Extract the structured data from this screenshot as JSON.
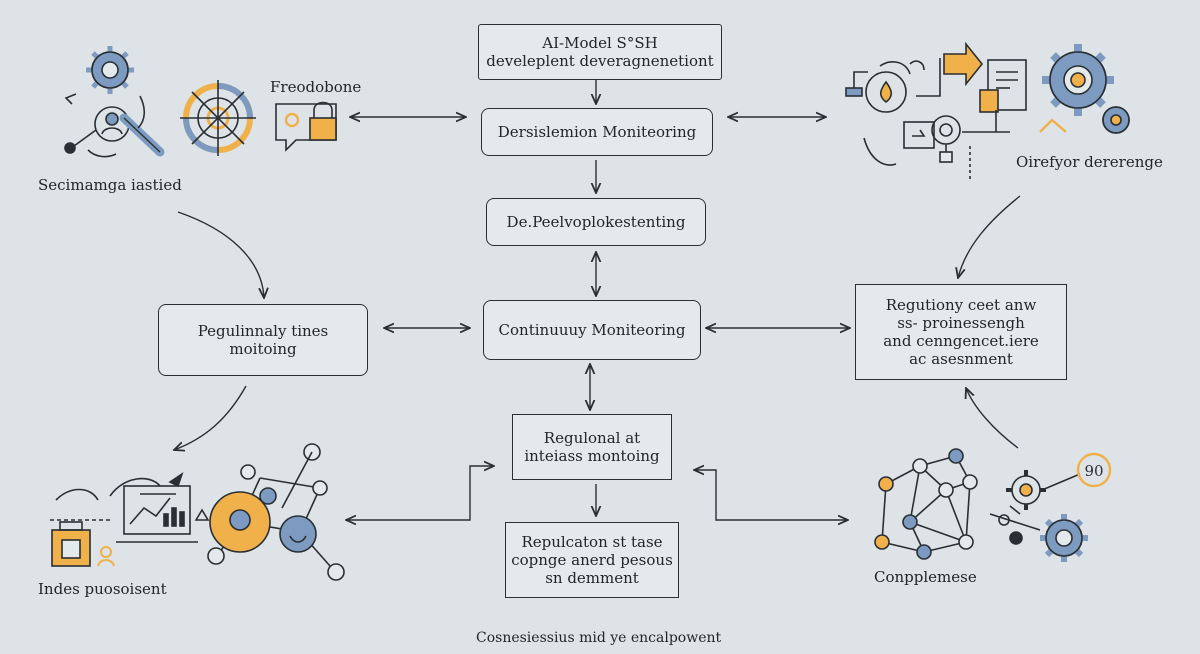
{
  "colors": {
    "background": "#dde3e7",
    "stroke": "#2a2f34",
    "accent_orange": "#f0b04a",
    "accent_blue": "#7d9bc0"
  },
  "nodes": {
    "top": {
      "line1": "AI-Model S°SH",
      "line2": "develeplent deveragnenetiont"
    },
    "monitoring1": {
      "text": "Dersislemion Moniteoring"
    },
    "monitoring2": {
      "text": "De.Peelvoplokestenting"
    },
    "continuous": {
      "text": "Continuuuy Moniteoring"
    },
    "left_box": {
      "line1": "Pegulinnaly tines",
      "line2": "moitoing"
    },
    "right_box": {
      "line1": "Regutiony ceet anw",
      "line2": "ss- proinessengh",
      "line3": "and cenngencet.iere",
      "line4": "ac asesnment"
    },
    "regional": {
      "line1": "Regulonal  at",
      "line2": "inteiass montoing"
    },
    "bottom": {
      "line1": "Repulcaton st tase",
      "line2": "copnge anerd pesous",
      "line3": "sn demment"
    }
  },
  "labels": {
    "top_left_caption": "Secimamga iastied",
    "top_left_icon_label": "Freodobone",
    "top_right_caption": "Oirefyor dererenge",
    "bottom_left_caption": "Indes puosoisent",
    "bottom_right_caption": "Conpplemese",
    "footer": "Cosnesiessius mid ye encalpowent"
  },
  "icons": {
    "top_left": [
      "gear-icon",
      "user-icon",
      "wrench-icon",
      "target-icon",
      "padlock-icon",
      "speech-bubble-icon"
    ],
    "top_right": [
      "gear-icon",
      "flag-icon",
      "document-icon",
      "droplet-icon",
      "magnifier-icon"
    ],
    "bottom_left": [
      "briefcase-icon",
      "monitor-chart-icon",
      "network-icon",
      "user-icon"
    ],
    "bottom_right": [
      "network-icon",
      "gear-icon",
      "badge-icon"
    ],
    "badge_text": "90"
  }
}
